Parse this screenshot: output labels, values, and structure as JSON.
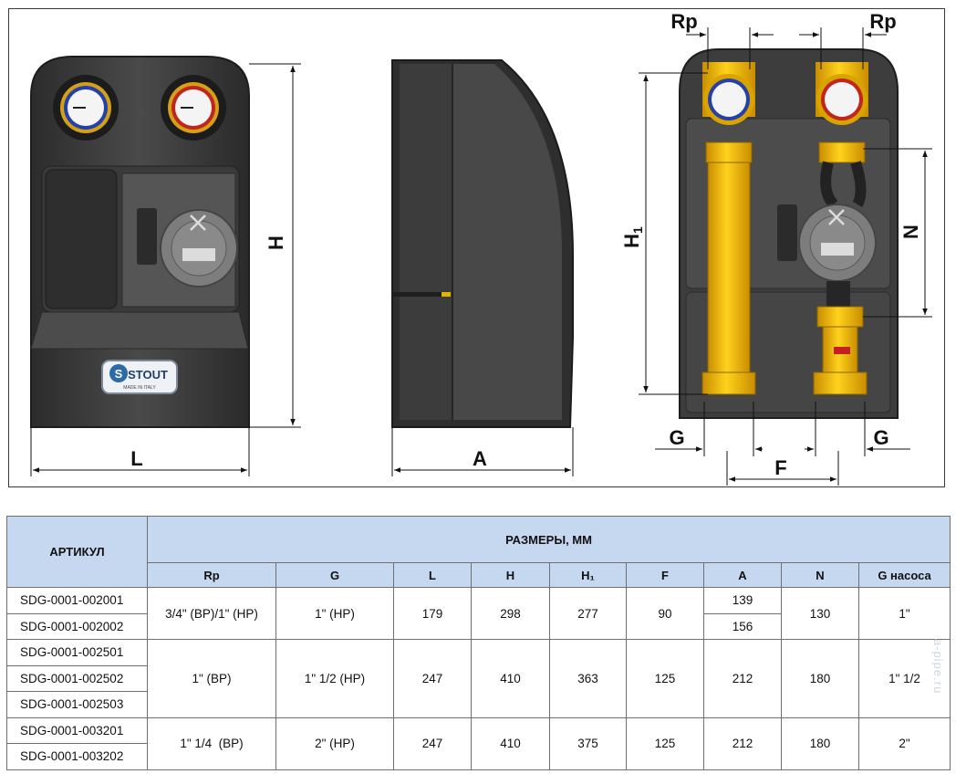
{
  "drawing": {
    "labels": {
      "L": "L",
      "H": "H",
      "A": "A",
      "Rp": "Rp",
      "H1": "H",
      "H1_sub": "1",
      "N": "N",
      "G": "G",
      "F": "F"
    },
    "brand_logo": "STOUT",
    "brand_sub": "MADE IN ITALY"
  },
  "table": {
    "header_article": "АРТИКУЛ",
    "header_dimensions": "РАЗМЕРЫ, ММ",
    "columns": [
      "Rp",
      "G",
      "L",
      "H",
      "H₁",
      "F",
      "A",
      "N",
      "G насоса"
    ],
    "rows": [
      {
        "article": "SDG-0001-002001",
        "Rp": "3/4\" (ВР)/1\" (НР)",
        "G": "1\" (НР)",
        "L": "179",
        "H": "298",
        "H1": "277",
        "F": "90",
        "A": "139",
        "N": "130",
        "G_pump": "1\""
      },
      {
        "article": "SDG-0001-002002",
        "A": "156"
      },
      {
        "article": "SDG-0001-002501",
        "Rp": "1\" (ВР)",
        "G": "1\" 1/2 (НР)",
        "L": "247",
        "H": "410",
        "H1": "363",
        "F": "125",
        "A": "212",
        "N": "180",
        "G_pump": "1\" 1/2"
      },
      {
        "article": "SDG-0001-002502"
      },
      {
        "article": "SDG-0001-002503"
      },
      {
        "article": "SDG-0001-003201",
        "Rp": "1\" 1/4  (ВР)",
        "G": "2\" (НР)",
        "L": "247",
        "H": "410",
        "H1": "375",
        "F": "125",
        "A": "212",
        "N": "180",
        "G_pump": "2\""
      },
      {
        "article": "SDG-0001-003202"
      }
    ]
  },
  "watermark": "a-pipe.ru"
}
